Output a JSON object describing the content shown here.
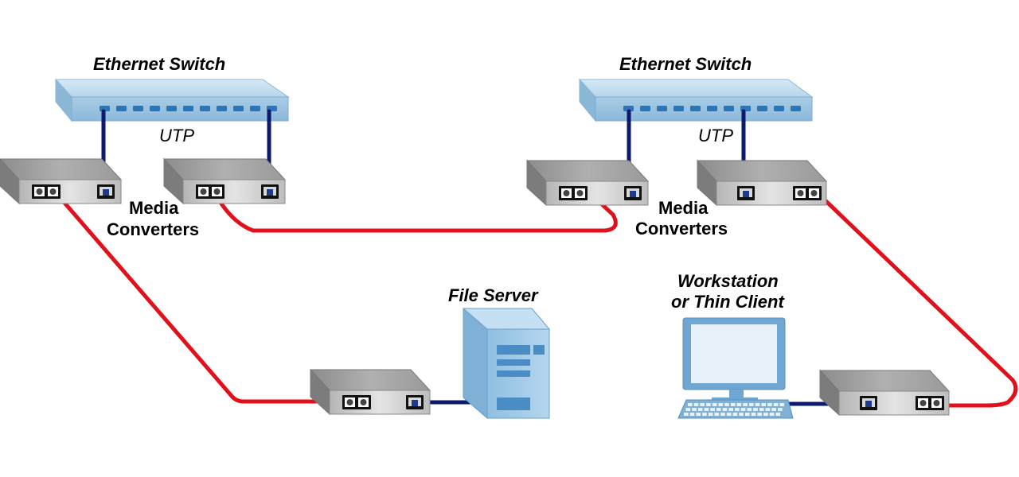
{
  "labels": {
    "switch_left_title": "Ethernet Switch",
    "switch_right_title": "Ethernet Switch",
    "utp_left": "UTP",
    "utp_right": "UTP",
    "mc_left_line1": "Media",
    "mc_left_line2": "Converters",
    "mc_right_line1": "Media",
    "mc_right_line2": "Converters",
    "file_server": "File Server",
    "workstation_line1": "Workstation",
    "workstation_line2": "or Thin Client"
  },
  "colors": {
    "fiber_cable": "#e2101a",
    "utp_cable": "#0b1a6e",
    "switch_body": "#a9cde6",
    "switch_port": "#2a74b8",
    "converter_body": "#9a9a9a",
    "server_body": "#9cc8e6",
    "monitor_frame": "#6fa6d2"
  },
  "icons": [
    "ethernet-switch-icon",
    "media-converter-icon",
    "file-server-icon",
    "workstation-icon",
    "keyboard-icon"
  ]
}
